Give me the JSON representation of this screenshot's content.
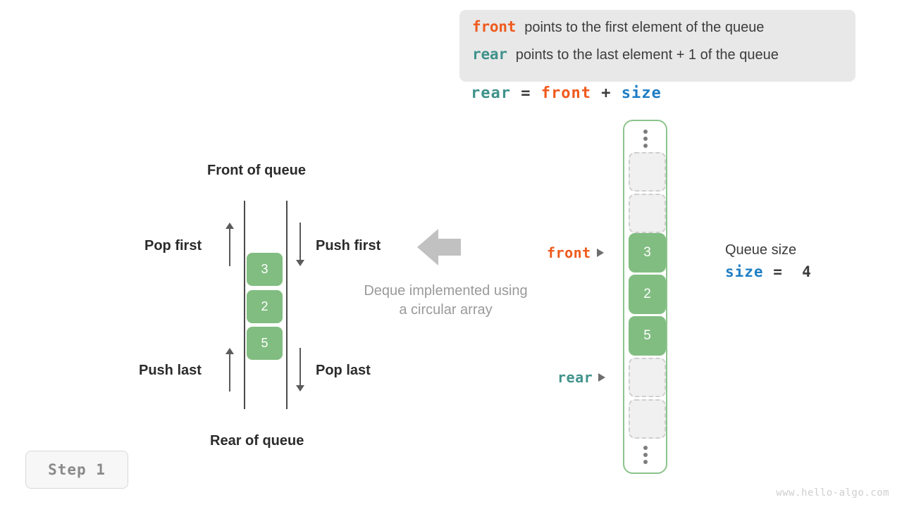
{
  "colors": {
    "front": "#ef5a1e",
    "rear": "#3f928a",
    "size": "#1f7ec4",
    "cell_fill": "#81bd81",
    "container_border": "#8cc48c",
    "muted": "#9a9a9a",
    "text": "#2b2b2b"
  },
  "info_box": {
    "lines": [
      {
        "key": "front",
        "text": "points to the first element of the queue"
      },
      {
        "key": "rear",
        "text": "points to the last element + 1 of the queue"
      }
    ]
  },
  "formula": {
    "lhs": "rear",
    "eq": "=",
    "rhs1": "front",
    "plus": "+",
    "rhs2": "size"
  },
  "deque_diagram": {
    "title_top": "Front of queue",
    "title_bottom": "Rear of queue",
    "operations": [
      {
        "label": "Pop first",
        "direction": "up"
      },
      {
        "label": "Push first",
        "direction": "down"
      },
      {
        "label": "Push last",
        "direction": "up"
      },
      {
        "label": "Pop last",
        "direction": "down"
      }
    ],
    "cells": [
      "3",
      "2",
      "5"
    ],
    "caption_line1": "Deque implemented using",
    "caption_line2": "a circular array"
  },
  "circular_array": {
    "ellipsis_top": "vertical-ellipsis",
    "ellipsis_bottom": "vertical-ellipsis",
    "slots": [
      {
        "value": "",
        "state": "empty"
      },
      {
        "value": "",
        "state": "empty"
      },
      {
        "value": "3",
        "state": "filled"
      },
      {
        "value": "2",
        "state": "filled"
      },
      {
        "value": "5",
        "state": "filled"
      },
      {
        "value": "",
        "state": "empty"
      },
      {
        "value": "",
        "state": "empty"
      }
    ],
    "pointers": [
      {
        "name": "front",
        "label": "front"
      },
      {
        "name": "rear",
        "label": "rear"
      }
    ]
  },
  "queue_size": {
    "title": "Queue size",
    "var": "size",
    "eq": "=",
    "value": "4"
  },
  "step_badge": "Step 1",
  "watermark": "www.hello-algo.com"
}
